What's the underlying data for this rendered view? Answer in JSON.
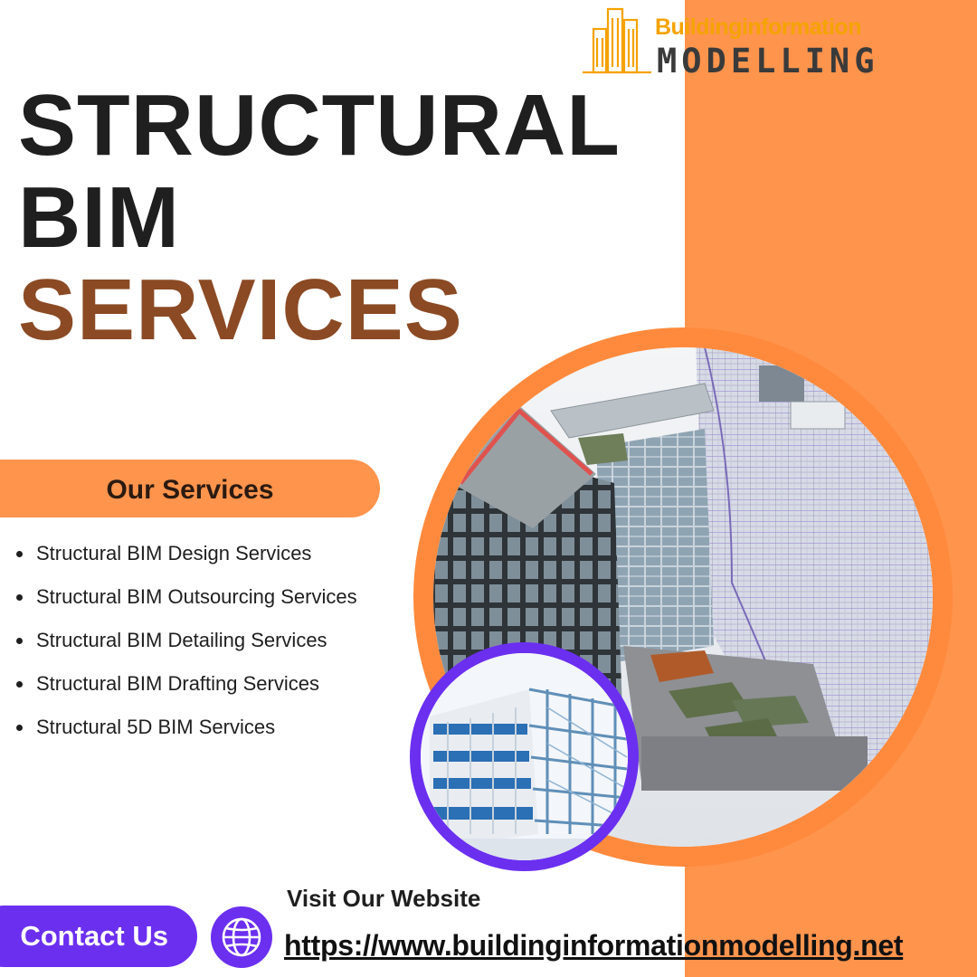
{
  "brand": {
    "logo_line1": "Buildinginformation",
    "logo_line2": "MODELLING",
    "colors": {
      "orange": "#ff944d",
      "purple": "#6b2ff0",
      "brown": "#8b4a24",
      "logo_gold": "#f5a300"
    }
  },
  "headline": {
    "line1": "STRUCTURAL",
    "line2": "BIM",
    "line3": "SERVICES"
  },
  "services": {
    "heading": "Our Services",
    "items": [
      "Structural BIM Design Services",
      "Structural BIM Outsourcing Services",
      "Structural BIM Detailing Services",
      "Structural BIM Drafting Services",
      "Structural 5D BIM Services"
    ]
  },
  "footer": {
    "contact_label": "Contact Us",
    "visit_label": "Visit Our Website",
    "website_url": "https://www.buildinginformationmodelling.net",
    "globe_icon": "globe-icon"
  }
}
